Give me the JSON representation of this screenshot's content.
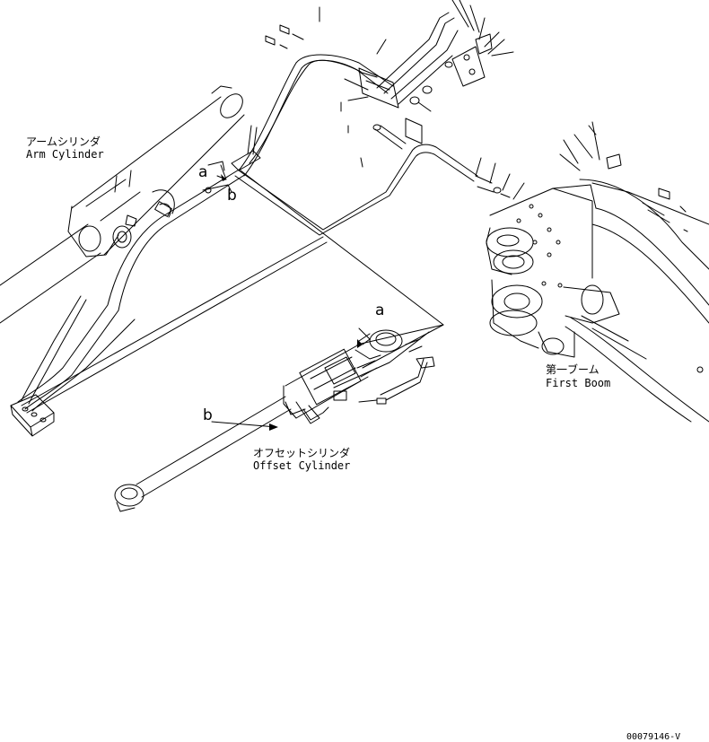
{
  "labels": {
    "arm_cylinder": {
      "jp": "アームシリンダ",
      "en": "Arm Cylinder"
    },
    "offset_cylinder": {
      "jp": "オフセットシリンダ",
      "en": "Offset Cylinder"
    },
    "first_boom": {
      "jp": "第一ブーム",
      "en": "First Boom"
    }
  },
  "callouts": {
    "a_upper": "a",
    "b_upper": "b",
    "a_lower": "a",
    "b_lower": "b"
  },
  "document_number": "00079146-V"
}
